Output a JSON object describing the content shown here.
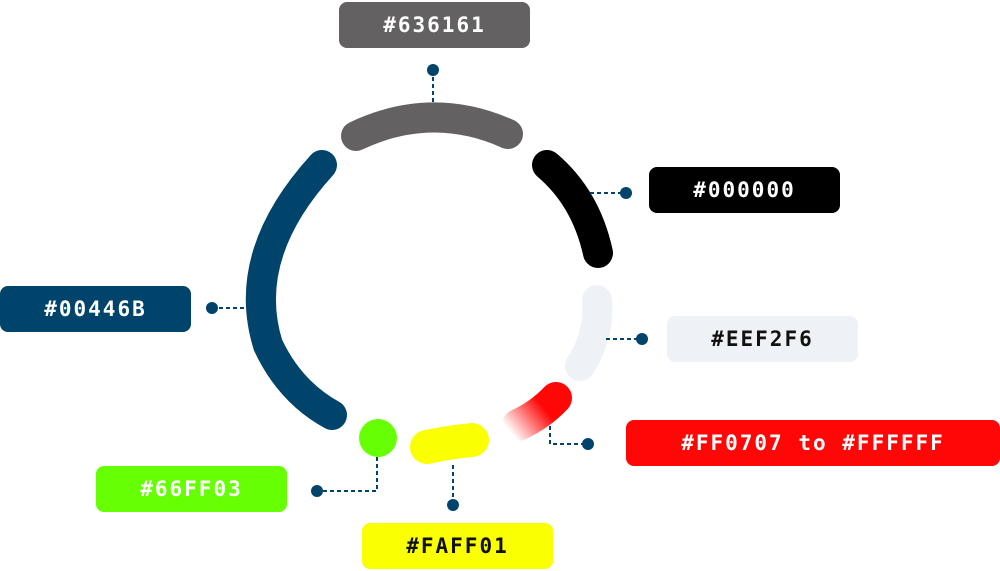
{
  "labels": [
    {
      "id": "636161",
      "text": "#636161",
      "color": "#636161"
    },
    {
      "id": "000000",
      "text": "#000000",
      "color": "#000000"
    },
    {
      "id": "00446B",
      "text": "#00446B",
      "color": "#00446B"
    },
    {
      "id": "EEF2F6",
      "text": "#EEF2F6",
      "color": "#EEF2F6"
    },
    {
      "id": "FF0707",
      "text": "#FF0707 to #FFFFFF",
      "color": "#FF0707",
      "gradient_to": "#FFFFFF"
    },
    {
      "id": "66FF03",
      "text": "#66FF03",
      "color": "#66FF03"
    },
    {
      "id": "FAFF01",
      "text": "#FAFF01",
      "color": "#FAFF01"
    }
  ],
  "connector_color": "#00446B"
}
